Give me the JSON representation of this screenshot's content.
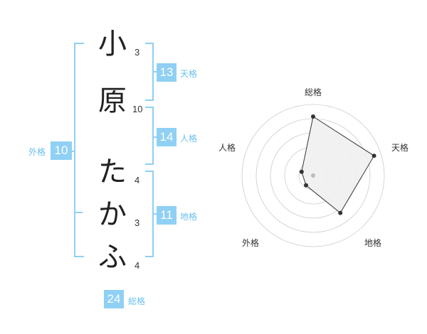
{
  "name": {
    "chars": [
      {
        "char": "小",
        "strokes": "3"
      },
      {
        "char": "原",
        "strokes": "10"
      },
      {
        "char": "た",
        "strokes": "4"
      },
      {
        "char": "か",
        "strokes": "3"
      },
      {
        "char": "ふ",
        "strokes": "4"
      }
    ]
  },
  "kaku": {
    "tenkaku": {
      "label": "天格",
      "value": "13"
    },
    "jinkaku": {
      "label": "人格",
      "value": "14"
    },
    "chikaku": {
      "label": "地格",
      "value": "11"
    },
    "gaikaku": {
      "label": "外格",
      "value": "10"
    },
    "soukaku": {
      "label": "総格",
      "value": "24"
    }
  },
  "radar": {
    "labels": [
      "総格",
      "天格",
      "地格",
      "外格",
      "人格"
    ],
    "scores": [
      0.83,
      0.9,
      0.65,
      0.17,
      0.17
    ],
    "colors": {
      "fill": "#f0f0f0",
      "line": "#333333",
      "grid": "#cccccc",
      "dot": "#333333",
      "center": "#bbbbbb"
    }
  },
  "colors": {
    "accent": "#8fd0f4",
    "accent_text": "#6cc0ef"
  }
}
